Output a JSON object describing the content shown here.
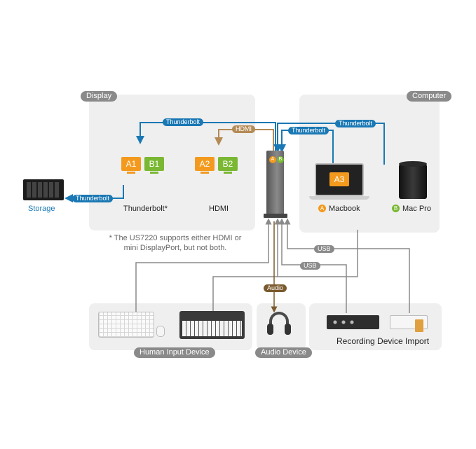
{
  "sections": {
    "display": "Display",
    "computer": "Computer",
    "human_input": "Human Input Device",
    "audio_device": "Audio Device",
    "recording": "Recording Device Import"
  },
  "devices": {
    "storage": "Storage",
    "thunderbolt_display": "Thunderbolt*",
    "hdmi_display": "HDMI",
    "macbook": "Macbook",
    "mac_pro": "Mac Pro",
    "macbook_badge": "A",
    "mac_pro_badge": "B",
    "dock_port_a": "A",
    "dock_port_b": "B"
  },
  "monitors": [
    {
      "label": "A1",
      "color": "#f39a1e"
    },
    {
      "label": "B1",
      "color": "#7ab833"
    },
    {
      "label": "A2",
      "color": "#f39a1e"
    },
    {
      "label": "B2",
      "color": "#7ab833"
    },
    {
      "label": "A3",
      "color": "#f39a1e"
    }
  ],
  "connections": {
    "thunderbolt_display": "Thunderbolt",
    "hdmi": "HDMI",
    "thunderbolt_macbook": "Thunderbolt",
    "thunderbolt_macpro": "Thunderbolt",
    "thunderbolt_storage": "Thunderbolt",
    "usb_1": "USB",
    "usb_2": "USB",
    "audio": "Audio"
  },
  "note": {
    "line1": "* The US7220 supports either HDMI or",
    "line2": "mini DisplayPort, but not both."
  },
  "colors": {
    "thunderbolt": "#1a78b4",
    "hdmi": "#b48a55",
    "usb": "#8a8a8a",
    "audio": "#7a5a2e",
    "panel": "#efefef",
    "orange": "#f39a1e",
    "green": "#7ab833"
  }
}
